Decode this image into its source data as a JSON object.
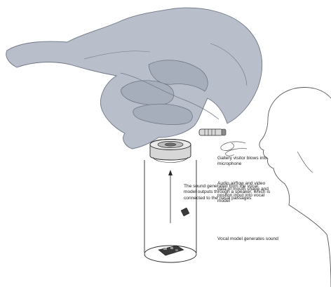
{
  "annotations": {
    "sound_output": "The sound generated from the vocal model outputs through a speaker, which is connected to the nasal passages",
    "visitor_blows": "Gallery visitor blows into microphone",
    "audio_airflow": "Audio airflow and video data of mouth shape and positon input into vocal model",
    "vocal_model": "Vocal model generates sound"
  },
  "colors": {
    "skull_fill": "#b9bfca",
    "skull_stroke": "#6f7685",
    "skull_inner": "#a7aebb",
    "line": "#2a2a2a",
    "outline": "#555555",
    "text": "#1a1a1a"
  }
}
